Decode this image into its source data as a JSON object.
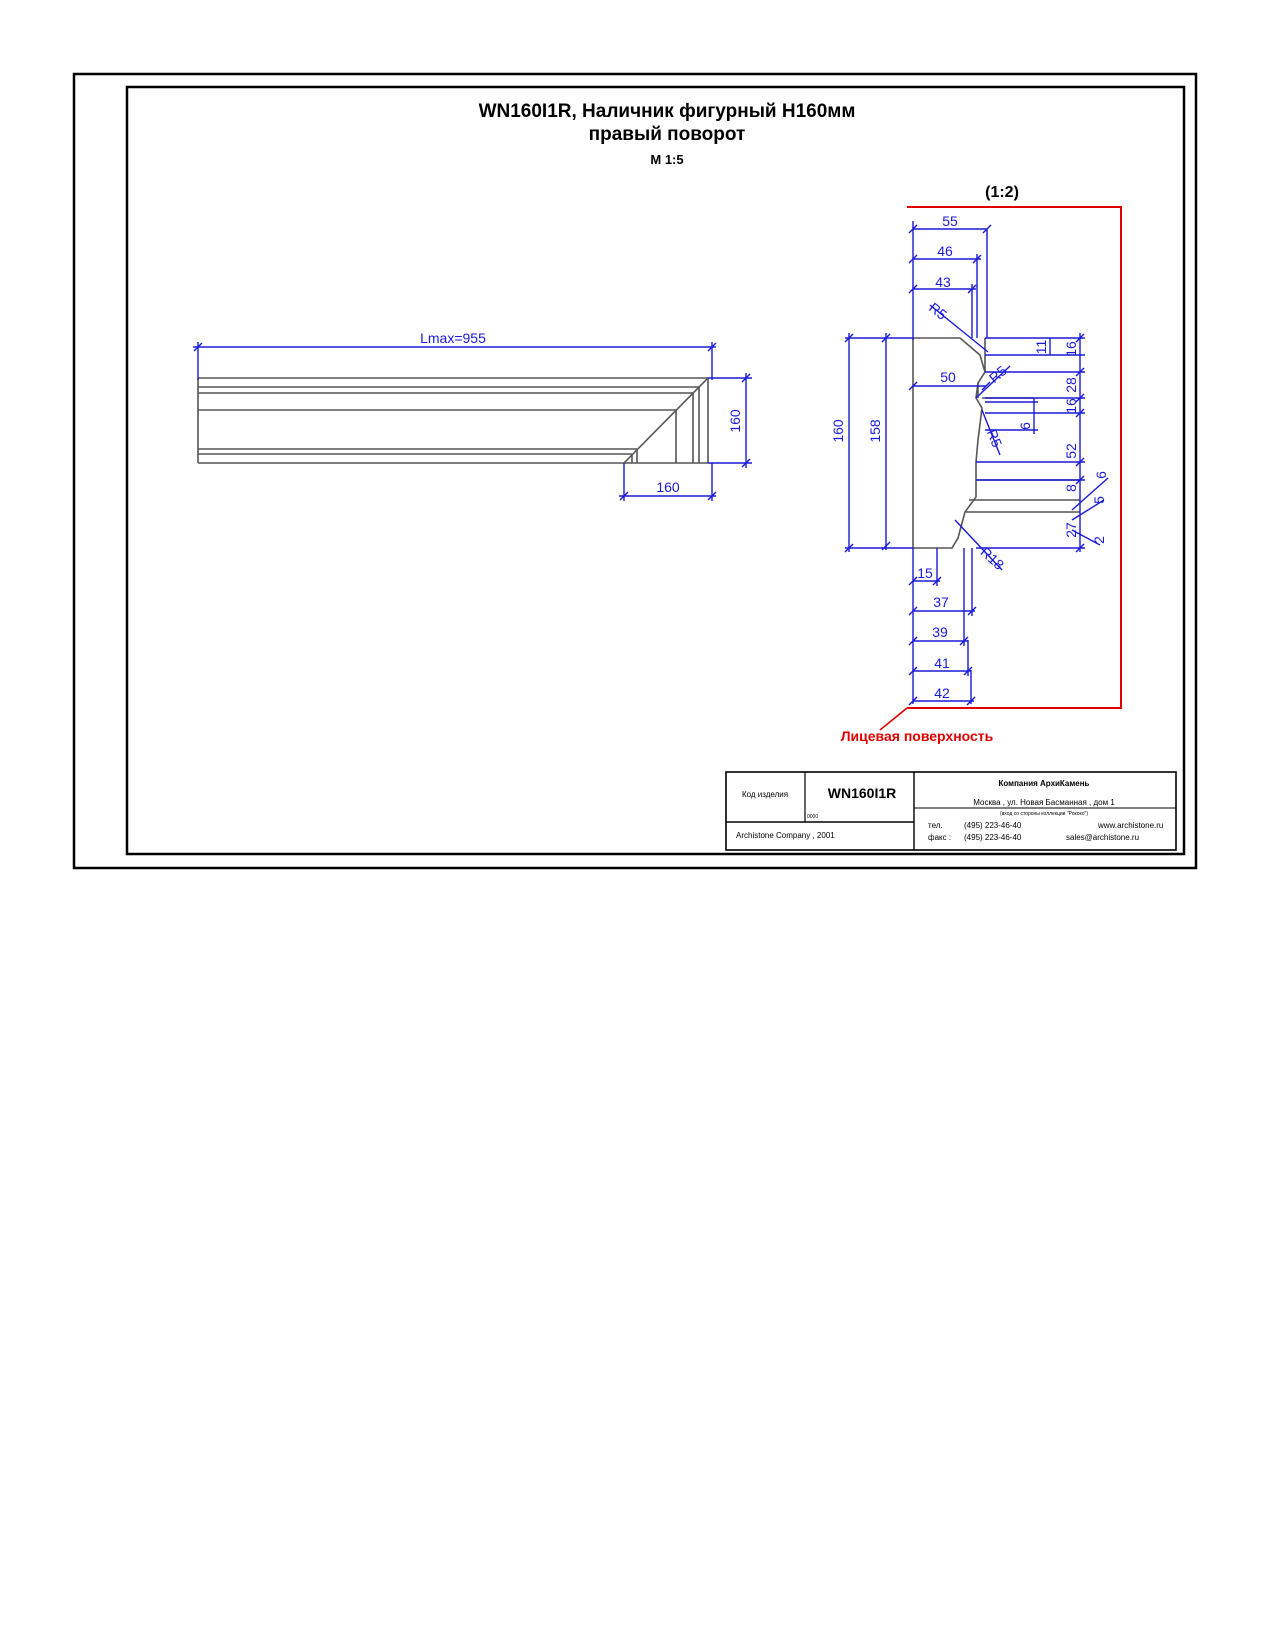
{
  "title": {
    "line1": "WN160I1R, Наличник фигурный Н160мм",
    "line2": "правый поворот",
    "scale": "М 1:5"
  },
  "side_view": {
    "length_label": "Lmax=955",
    "height_label": "160",
    "corner_label": "160"
  },
  "profile": {
    "scale_label": "(1:2)",
    "top_dims": [
      "55",
      "46",
      "43"
    ],
    "bottom_dims": [
      "15",
      "37",
      "39",
      "41",
      "42"
    ],
    "left_dims": [
      "160",
      "158"
    ],
    "center_dim": "50",
    "right_dims": [
      "11",
      "16",
      "28",
      "16",
      "52",
      "8",
      "27"
    ],
    "inner_dim": "6",
    "small_dims": [
      "6",
      "5",
      "2"
    ],
    "radii": [
      "R5",
      "R5",
      "R5",
      "R18"
    ],
    "face_label": "Лицевая поверхность"
  },
  "title_block": {
    "code_label": "Код изделия",
    "code_value": "WN160I1R",
    "code_sub": "0000",
    "copyright": "Archistone Company , 2001",
    "company": "Компания АрхиКамень",
    "address": "Москва , ул. Новая Басманная , дом 1",
    "address_note": "(вход со стороны коллекции \"Рококо\")",
    "phone_label": "тел.",
    "phone": "(495) 223-46-40",
    "fax_label": "факс :",
    "fax": "(495) 223-46-40",
    "website": "www.archistone.ru",
    "email": "sales@archistone.ru"
  },
  "colors": {
    "dimension": "#1a1ad6",
    "face_surface": "#e00000",
    "outline": "#555555",
    "frame": "#000000"
  }
}
